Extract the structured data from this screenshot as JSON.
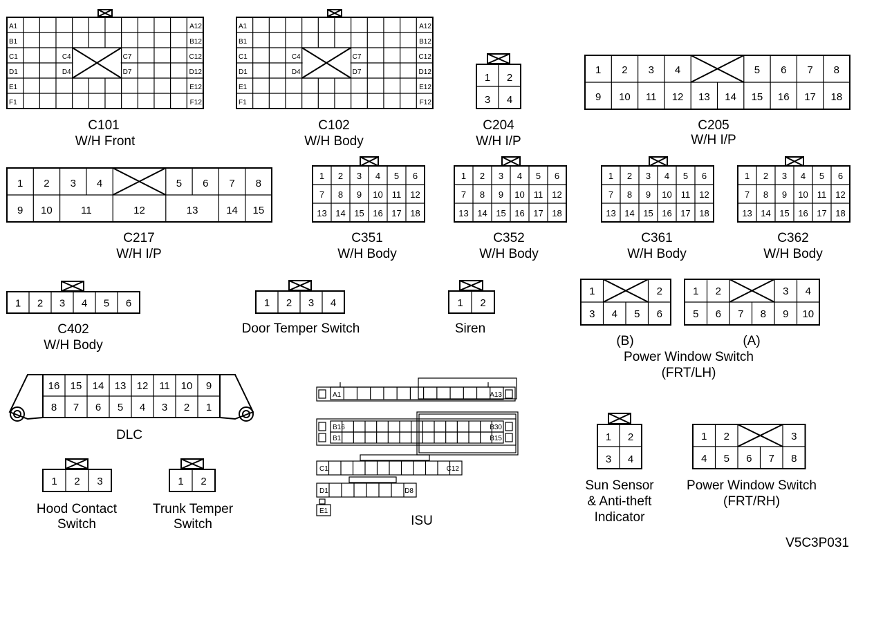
{
  "connectors": {
    "c101": {
      "id": "C101",
      "name": "W/H Front",
      "row_start": [
        "A1",
        "B1",
        "C1",
        "D1",
        "E1",
        "F1"
      ],
      "row_end": [
        "A12",
        "B12",
        "C12",
        "D12",
        "E12",
        "F12"
      ],
      "inner": [
        "C4",
        "D4",
        "C7",
        "D7"
      ]
    },
    "c102": {
      "id": "C102",
      "name": "W/H Body",
      "row_start": [
        "A1",
        "B1",
        "C1",
        "D1",
        "E1",
        "F1"
      ],
      "row_end": [
        "A12",
        "B12",
        "C12",
        "D12",
        "E12",
        "F12"
      ],
      "inner": [
        "C4",
        "D4",
        "C7",
        "D7"
      ]
    },
    "c204": {
      "id": "C204",
      "name": "W/H I/P",
      "pins": [
        "1",
        "2",
        "3",
        "4"
      ]
    },
    "c205": {
      "id": "C205",
      "name": "W/H I/P",
      "top": [
        "1",
        "2",
        "3",
        "4",
        "5",
        "6",
        "7",
        "8"
      ],
      "bottom": [
        "9",
        "10",
        "11",
        "12",
        "13",
        "14",
        "15",
        "16",
        "17",
        "18"
      ]
    },
    "c217": {
      "id": "C217",
      "name": "W/H I/P",
      "top": [
        "1",
        "2",
        "3",
        "4",
        "5",
        "6",
        "7",
        "8"
      ],
      "bottom": [
        "9",
        "10",
        "11",
        "12",
        "13",
        "14",
        "15"
      ]
    },
    "c351": {
      "id": "C351",
      "name": "W/H Body"
    },
    "c352": {
      "id": "C352",
      "name": "W/H Body"
    },
    "c361": {
      "id": "C361",
      "name": "W/H Body"
    },
    "c362": {
      "id": "C362",
      "name": "W/H Body"
    },
    "grid18": [
      "1",
      "2",
      "3",
      "4",
      "5",
      "6",
      "7",
      "8",
      "9",
      "10",
      "11",
      "12",
      "13",
      "14",
      "15",
      "16",
      "17",
      "18"
    ],
    "c402": {
      "id": "C402",
      "name": "W/H Body",
      "pins": [
        "1",
        "2",
        "3",
        "4",
        "5",
        "6"
      ]
    },
    "door": {
      "name": "Door Temper Switch",
      "pins": [
        "1",
        "2",
        "3",
        "4"
      ]
    },
    "siren": {
      "name": "Siren",
      "pins": [
        "1",
        "2"
      ]
    },
    "pws_frt_lh": {
      "b_label": "(B)",
      "a_label": "(A)",
      "name_line1": "Power Window Switch",
      "name_line2": "(FRT/LH)",
      "b_pins": [
        "1",
        "2",
        "3",
        "4",
        "5",
        "6"
      ],
      "a_pins": [
        "1",
        "2",
        "3",
        "4",
        "5",
        "6",
        "7",
        "8",
        "9",
        "10"
      ]
    },
    "dlc": {
      "name": "DLC",
      "top": [
        "16",
        "15",
        "14",
        "13",
        "12",
        "11",
        "10",
        "9"
      ],
      "bottom": [
        "8",
        "7",
        "6",
        "5",
        "4",
        "3",
        "2",
        "1"
      ]
    },
    "isu": {
      "name": "ISU",
      "pins": [
        "A1",
        "A13",
        "B16",
        "B30",
        "B1",
        "B15",
        "C1",
        "C12",
        "D1",
        "D8",
        "E1"
      ]
    },
    "hood": {
      "name_line1": "Hood Contact",
      "name_line2": "Switch",
      "pins": [
        "1",
        "2",
        "3"
      ]
    },
    "trunk": {
      "name_line1": "Trunk Temper",
      "name_line2": "Switch",
      "pins": [
        "1",
        "2"
      ]
    },
    "sun": {
      "name_line1": "Sun Sensor",
      "name_line2": "& Anti-theft",
      "name_line3": "Indicator",
      "pins": [
        "1",
        "2",
        "3",
        "4"
      ]
    },
    "pws_frt_rh": {
      "name_line1": "Power Window Switch",
      "name_line2": "(FRT/RH)",
      "pins": [
        "1",
        "2",
        "3",
        "4",
        "5",
        "6",
        "7",
        "8"
      ]
    }
  },
  "figure_code": "V5C3P031"
}
